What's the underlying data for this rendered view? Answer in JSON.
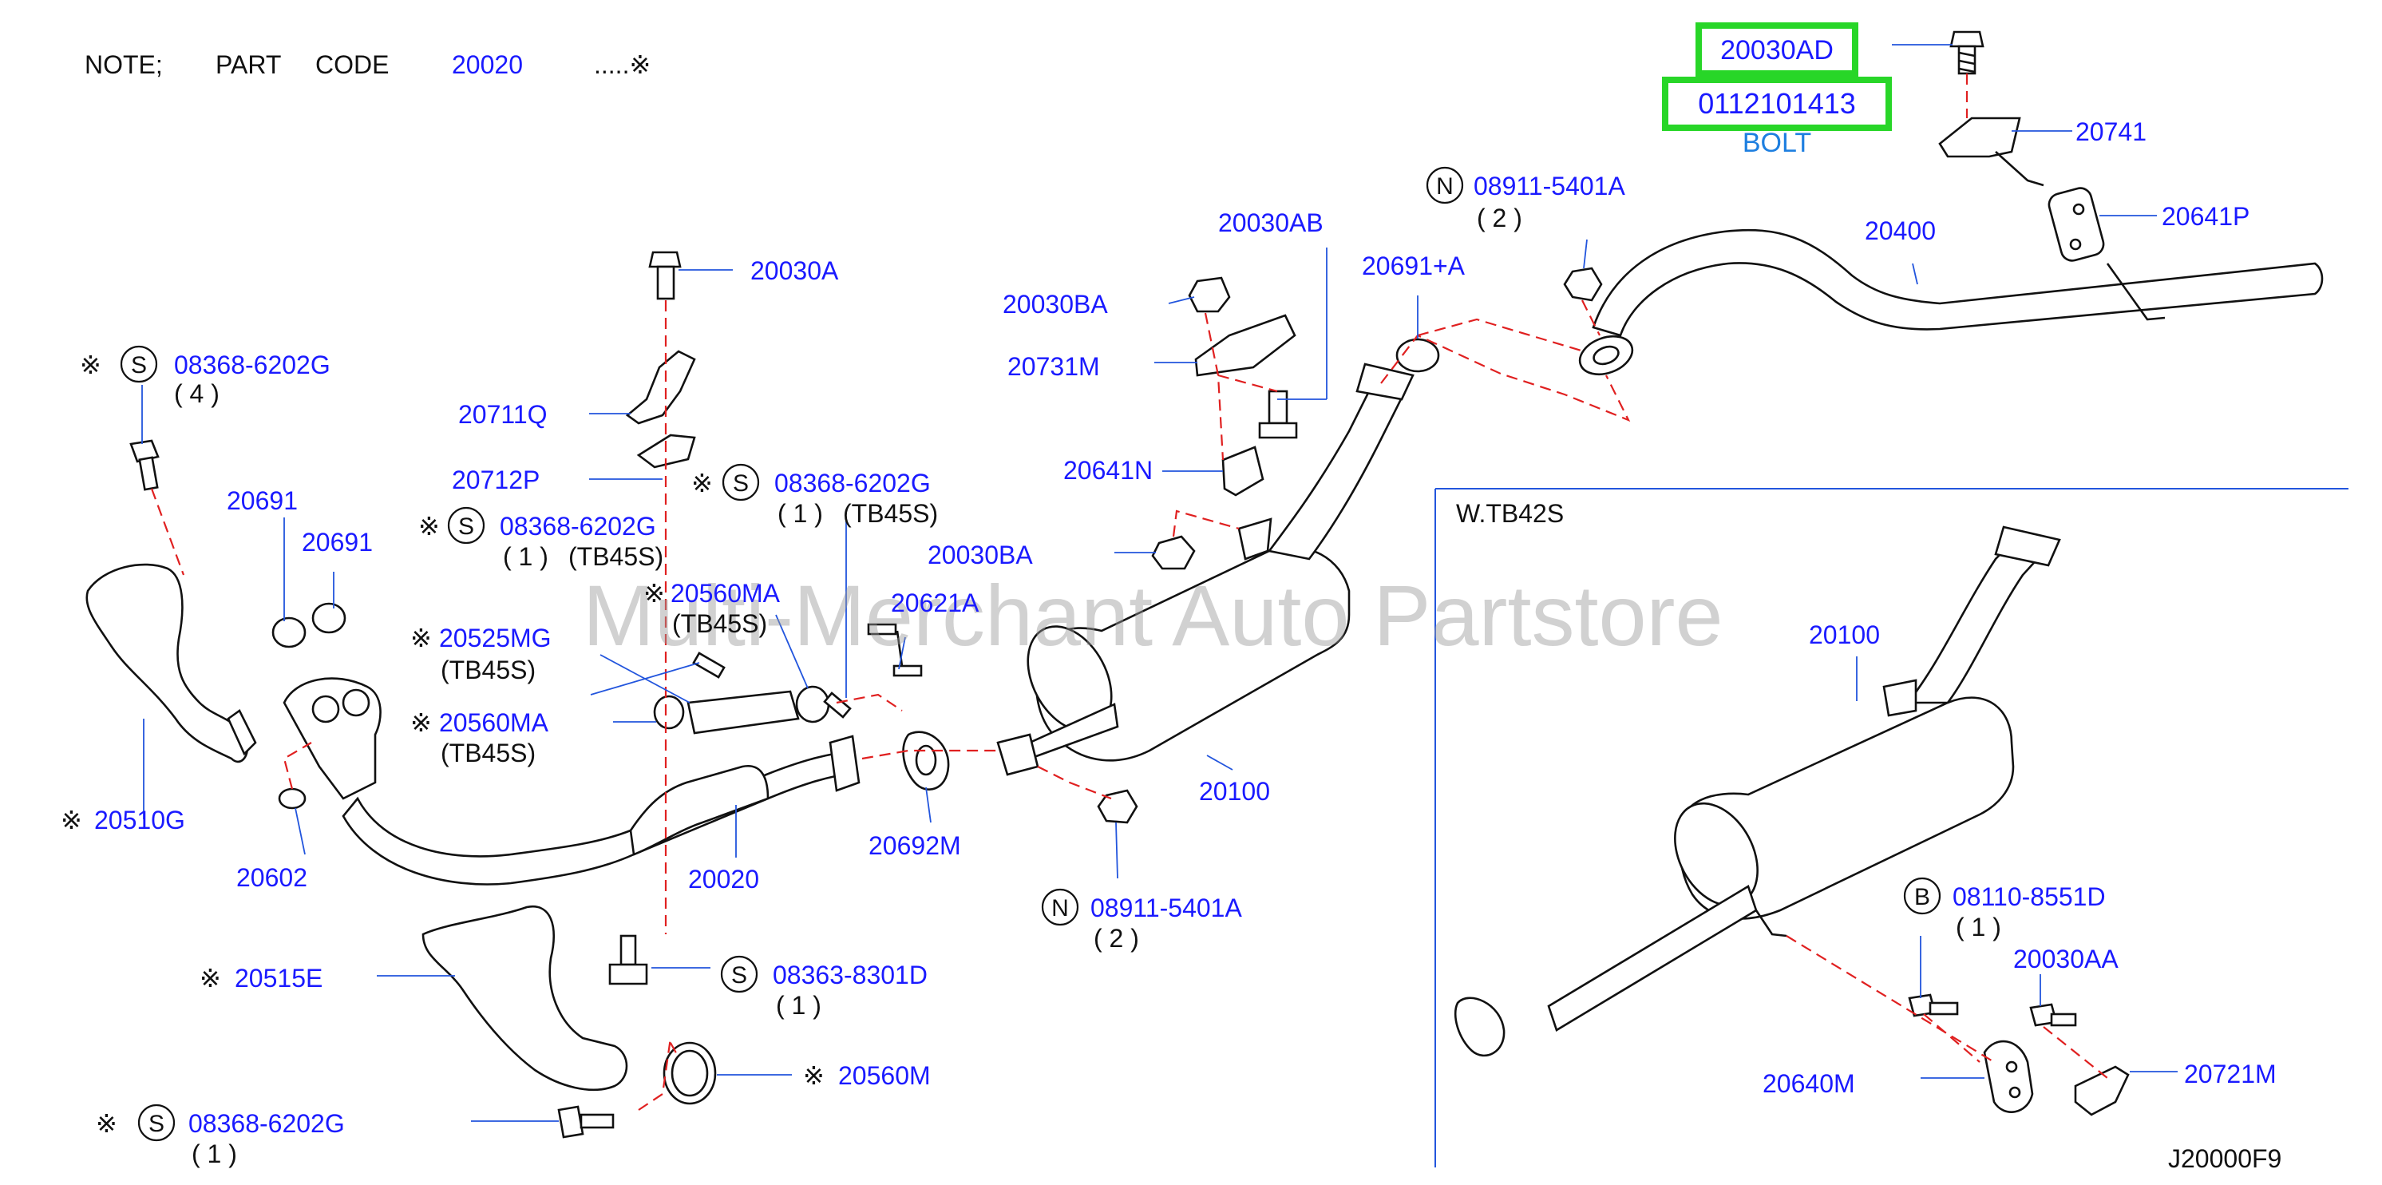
{
  "note": {
    "prefix": "NOTE;",
    "part": "PART",
    "code": "CODE",
    "number": "20020",
    "suffix": ".....※"
  },
  "watermark": "Multi-Merchant Auto Partstore",
  "highlight_color": "#28d628",
  "label_color": "#1a1aff",
  "highlight": {
    "part1": "20030AD",
    "part2": "0112101413",
    "bolt": "BOLT"
  },
  "inset_title": "W.TB42S",
  "diagram_id": "J20000F9",
  "mark": "※",
  "sym": {
    "S": "S",
    "N": "N",
    "B": "B"
  },
  "labels": {
    "p20741": "20741",
    "p20641P": "20641P",
    "p20400": "20400",
    "p08911_top": "08911-5401A",
    "p08911_top_q": "( 2 )",
    "p20691A": "20691+A",
    "p20030AB": "20030AB",
    "p20030BA_1": "20030BA",
    "p20731M": "20731M",
    "p20641N": "20641N",
    "p20030BA_2": "20030BA",
    "p20030A": "20030A",
    "p20711Q": "20711Q",
    "p20712P": "20712P",
    "p08368_1": "08368-6202G",
    "p08368_1_q": "( 4 )",
    "p08368_2": "08368-6202G",
    "p08368_2_q": "( 1 )",
    "p08368_2_n": "(TB45S)",
    "p08368_3": "08368-6202G",
    "p08368_3_q": "( 1 )",
    "p08368_3_n": "(TB45S)",
    "p20691_1": "20691",
    "p20691_2": "20691",
    "p20560MA_1": "20560MA",
    "p20560MA_1_n": "(TB45S)",
    "p20525MG": "20525MG",
    "p20525MG_n": "(TB45S)",
    "p20560MA_2": "20560MA",
    "p20560MA_2_n": "(TB45S)",
    "p20621A": "20621A",
    "p20100_main": "20100",
    "p20510G": "20510G",
    "p20602": "20602",
    "p20020": "20020",
    "p20692M": "20692M",
    "p08911_bot": "08911-5401A",
    "p08911_bot_q": "( 2 )",
    "p20515E": "20515E",
    "p08363": "08363-8301D",
    "p08363_q": "( 1 )",
    "p20560M": "20560M",
    "p08368_4": "08368-6202G",
    "p08368_4_q": "( 1 )",
    "p20100_inset": "20100",
    "p08110": "08110-8551D",
    "p08110_q": "( 1 )",
    "p20030AA": "20030AA",
    "p20640M": "20640M",
    "p20721M": "20721M"
  }
}
